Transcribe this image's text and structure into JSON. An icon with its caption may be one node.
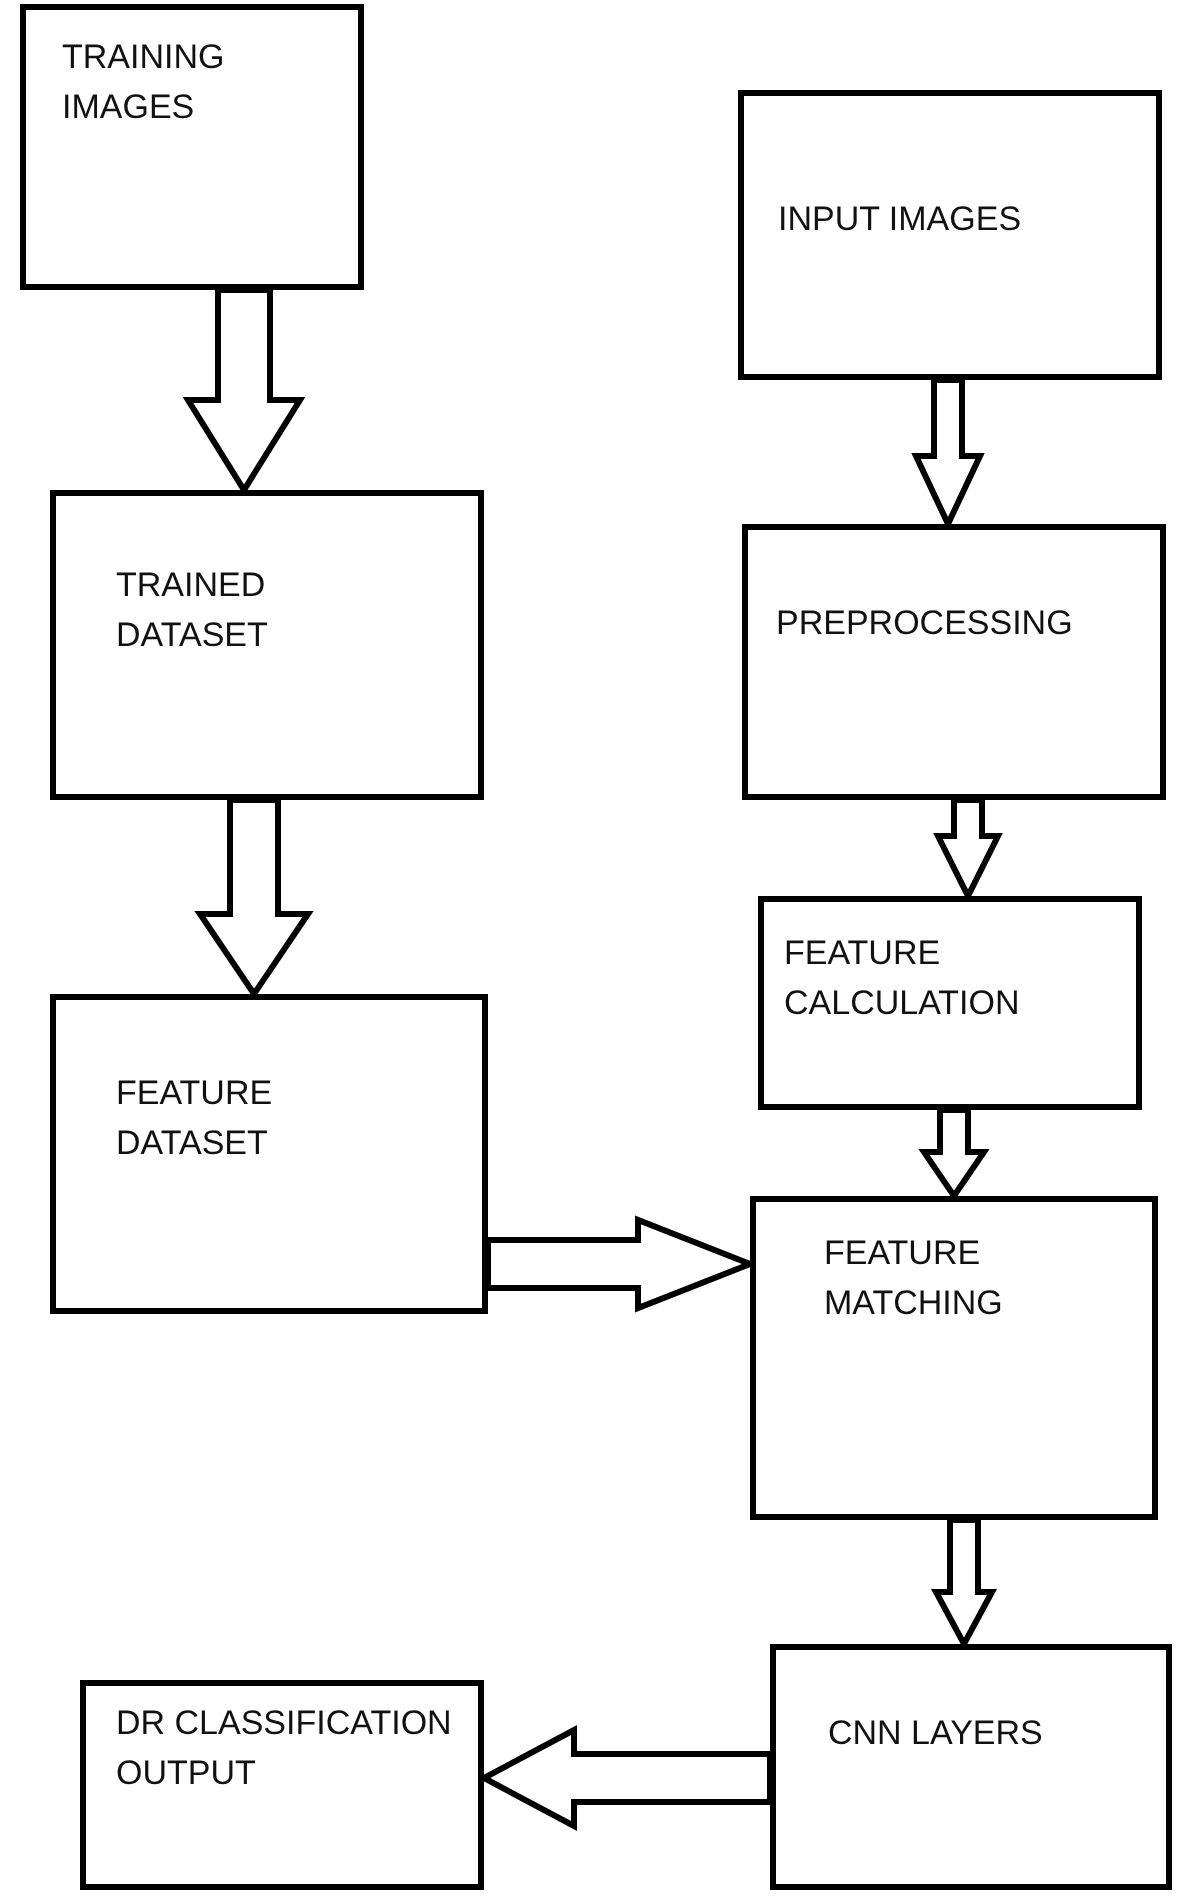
{
  "diagram": {
    "nodes": [
      {
        "text": [
          "TRAINING IMAGES"
        ]
      },
      {
        "text": [
          "INPUT IMAGES"
        ]
      },
      {
        "text": [
          "TRAINED DATASET"
        ]
      },
      {
        "text": [
          "PREPROCESSING"
        ]
      },
      {
        "text": [
          "FEATURE DATASET"
        ]
      },
      {
        "text": [
          "FEATURE CALCULATION"
        ]
      },
      {
        "text": [
          "FEATURE MATCHING"
        ]
      },
      {
        "text": [
          "DR CLASSIFICATION OUTPUT"
        ]
      },
      {
        "text": [
          "CNN LAYERS"
        ]
      }
    ],
    "edges": [
      {
        "from": 0,
        "to": 2,
        "arrow": "to"
      },
      {
        "from": 1,
        "to": 3,
        "arrow": "to"
      },
      {
        "from": 2,
        "to": 4,
        "arrow": "to"
      },
      {
        "from": 3,
        "to": 5,
        "arrow": "to"
      },
      {
        "from": 5,
        "to": 6,
        "arrow": "to"
      },
      {
        "from": 4,
        "to": 6,
        "arrow": "to"
      },
      {
        "from": 6,
        "to": 8,
        "arrow": "to"
      },
      {
        "from": 8,
        "to": 7,
        "arrow": "to"
      }
    ]
  }
}
